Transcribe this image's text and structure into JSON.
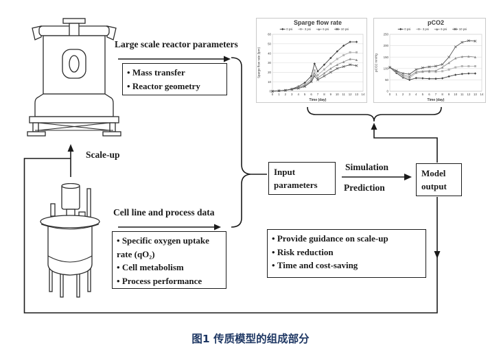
{
  "caption": "图1  传质模型的组成部分",
  "colors": {
    "line": "#1a1a1a",
    "caption": "#1f3864",
    "series": [
      "#3f3f3f",
      "#b3b3b3",
      "#8c8c8c",
      "#555555"
    ]
  },
  "flow": {
    "scale_up_label": "Scale-up",
    "large_scale_header": "Large scale reactor parameters",
    "cell_line_header": "Cell line and process data",
    "simulation_label": "Simulation",
    "prediction_label": "Prediction",
    "input_box": "Input parameters",
    "model_output_box": "Model output",
    "reactor_params_items": [
      "Mass transfer",
      "Reactor geometry"
    ],
    "cell_line_items": [
      "Specific oxygen uptake rate (qO₂)",
      "Cell metabolism",
      "Process performance"
    ],
    "benefit_items": [
      "Provide guidance on scale-up",
      "Risk reduction",
      "Time and cost-saving"
    ]
  },
  "chart_data": [
    {
      "type": "line",
      "title": "Sparge flow rate",
      "xlabel": "Time (day)",
      "ylabel": "Sparge flow rate (lpm)",
      "xlim": [
        0,
        14
      ],
      "ylim": [
        0,
        60
      ],
      "xticks": [
        0,
        1,
        2,
        3,
        4,
        5,
        6,
        7,
        8,
        9,
        10,
        11,
        12,
        13,
        14
      ],
      "yticks": [
        0,
        10,
        20,
        30,
        40,
        50,
        60
      ],
      "grid": true,
      "legend_position": "top",
      "x": [
        0,
        1,
        2,
        3,
        4,
        5,
        6,
        6.5,
        7,
        8,
        9,
        10,
        11,
        12,
        13
      ],
      "series": [
        {
          "name": "0 psi",
          "marker": "diamond",
          "values": [
            0,
            0.5,
            1,
            2.5,
            5,
            9,
            16,
            29,
            21,
            28,
            35,
            42,
            48,
            52,
            52
          ]
        },
        {
          "name": "3 psi",
          "marker": "square",
          "values": [
            0,
            0.5,
            1,
            2,
            4,
            7,
            13,
            22,
            17,
            23,
            29,
            34,
            38,
            41,
            41
          ]
        },
        {
          "name": "6 psi",
          "marker": "triangle",
          "values": [
            0,
            0.5,
            1,
            2,
            4,
            6,
            11,
            19,
            14,
            19,
            24,
            28,
            31,
            34,
            33
          ]
        },
        {
          "name": "10 psi",
          "marker": "x",
          "values": [
            0,
            0.5,
            1,
            2,
            3,
            5,
            10,
            16,
            12,
            16,
            20,
            24,
            26,
            28,
            27
          ]
        }
      ]
    },
    {
      "type": "line",
      "title": "pCO2",
      "xlabel": "Time (day)",
      "ylabel": "pCO2 mmHg",
      "xlim": [
        0,
        14
      ],
      "ylim": [
        0,
        250
      ],
      "xticks": [
        0,
        1,
        2,
        3,
        4,
        5,
        6,
        7,
        8,
        9,
        10,
        11,
        12,
        13,
        14
      ],
      "yticks": [
        0,
        50,
        100,
        150,
        200,
        250
      ],
      "grid": true,
      "legend_position": "top",
      "x": [
        0,
        1,
        2,
        3,
        4,
        5,
        6,
        7,
        8,
        9,
        10,
        11,
        12,
        13
      ],
      "series": [
        {
          "name": "0 psi",
          "marker": "diamond",
          "values": [
            105,
            80,
            60,
            50,
            58,
            57,
            55,
            55,
            57,
            65,
            72,
            76,
            78,
            78
          ]
        },
        {
          "name": "3 psi",
          "marker": "square",
          "values": [
            105,
            85,
            65,
            58,
            80,
            85,
            85,
            85,
            88,
            95,
            105,
            110,
            110,
            110
          ]
        },
        {
          "name": "6 psi",
          "marker": "triangle",
          "values": [
            105,
            88,
            70,
            65,
            85,
            88,
            90,
            90,
            105,
            125,
            145,
            152,
            153,
            150
          ]
        },
        {
          "name": "10 psi",
          "marker": "x",
          "values": [
            105,
            90,
            78,
            75,
            95,
            103,
            107,
            110,
            118,
            150,
            195,
            215,
            222,
            220
          ]
        }
      ]
    }
  ]
}
